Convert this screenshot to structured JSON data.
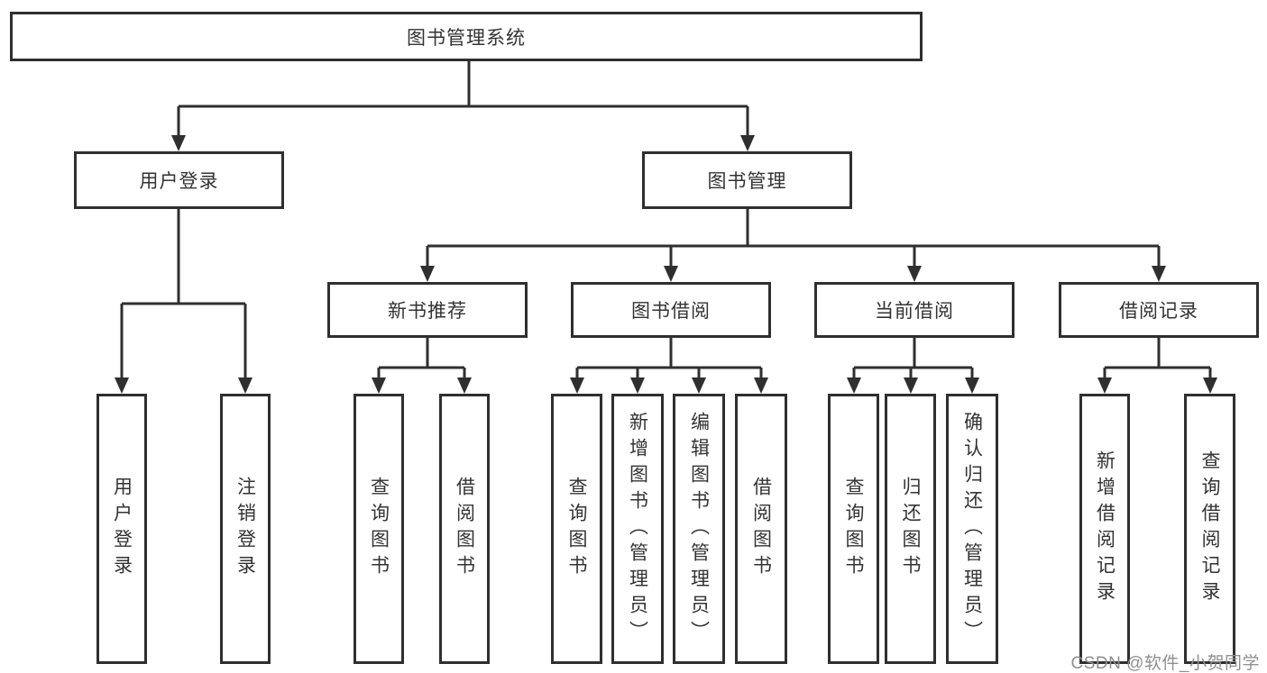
{
  "root": {
    "label": "图书管理系统"
  },
  "branches": {
    "user": {
      "label": "用户登录",
      "children": [
        {
          "label": "用户登录"
        },
        {
          "label": "注销登录"
        }
      ]
    },
    "book": {
      "label": "图书管理"
    }
  },
  "modules": [
    {
      "label": "新书推荐",
      "children": [
        {
          "label": "查询图书"
        },
        {
          "label": "借阅图书"
        }
      ]
    },
    {
      "label": "图书借阅",
      "children": [
        {
          "label": "查询图书"
        },
        {
          "label": "新增图书（管理员）"
        },
        {
          "label": "编辑图书（管理员）"
        },
        {
          "label": "借阅图书"
        }
      ]
    },
    {
      "label": "当前借阅",
      "children": [
        {
          "label": "查询图书"
        },
        {
          "label": "归还图书"
        },
        {
          "label": "确认归还（管理员）"
        }
      ]
    },
    {
      "label": "借阅记录",
      "children": [
        {
          "label": "新增借阅记录"
        },
        {
          "label": "查询借阅记录"
        }
      ]
    }
  ],
  "watermark": "CSDN @软件_小贺同学",
  "colors": {
    "line": "#2f2f2f",
    "box_border": "#2f2f2f",
    "text": "#333333",
    "watermark_text": "#8f8f8f",
    "background": "#ffffff"
  }
}
